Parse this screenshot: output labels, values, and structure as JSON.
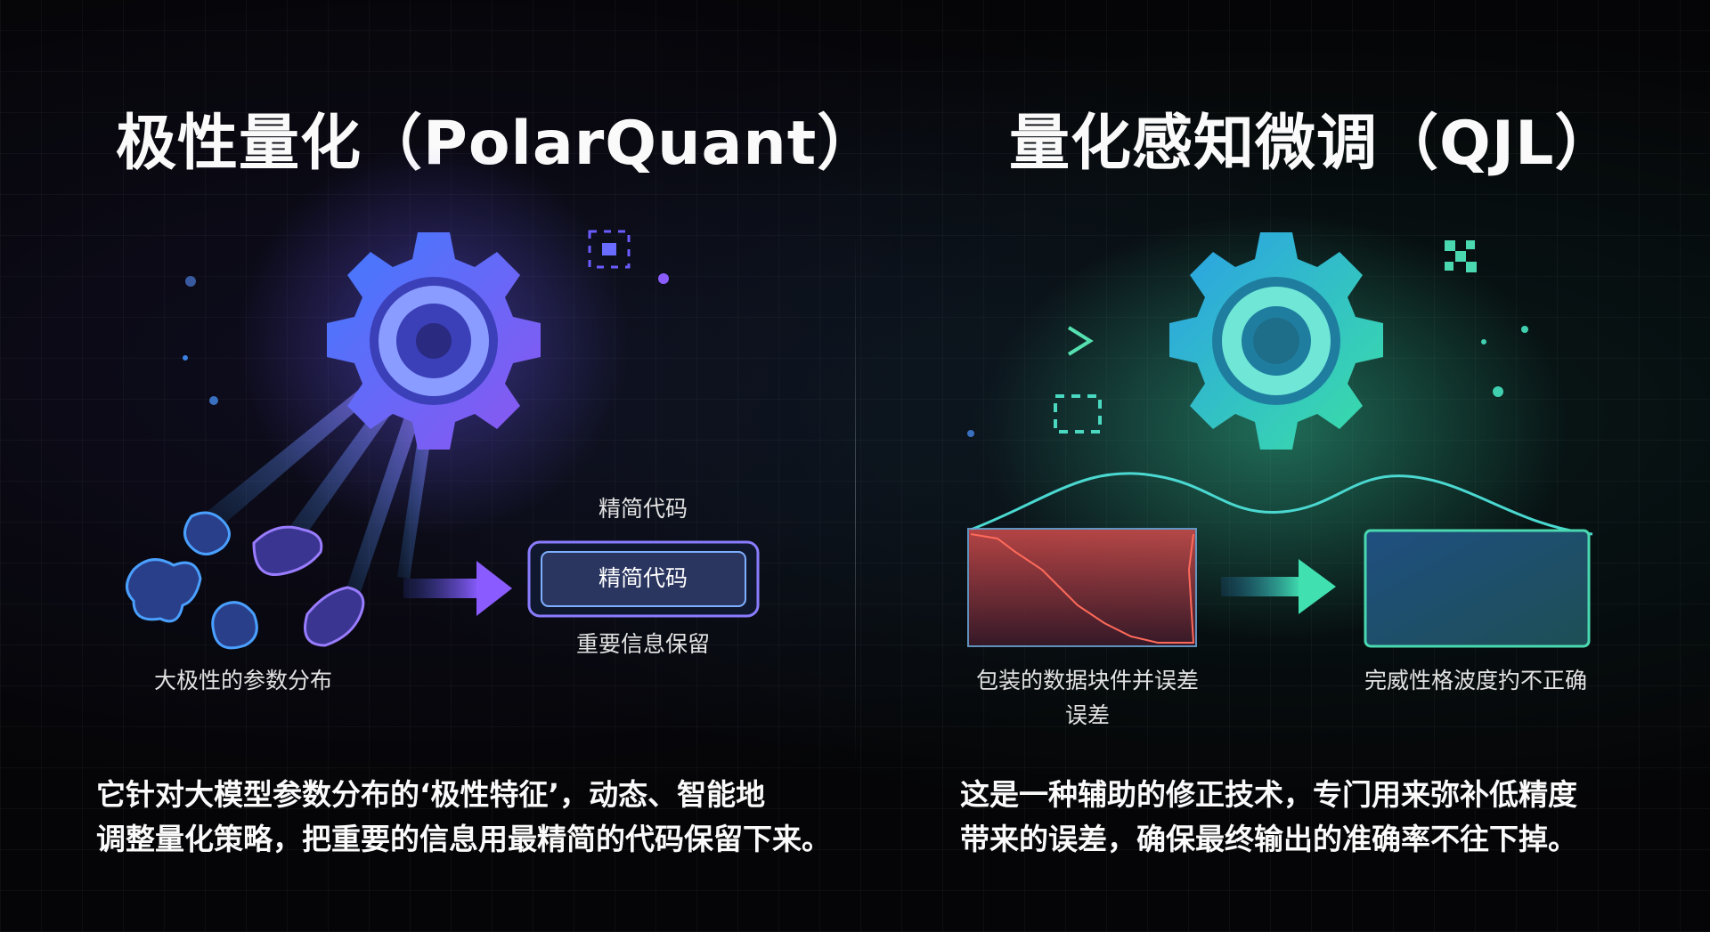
{
  "left": {
    "title": "极性量化（PolarQuant）",
    "blob_caption": "大极性的参数分布",
    "box_top_label": "精简代码",
    "box_label": "精简代码",
    "box_bottom_label": "重要信息保留",
    "description_line1": "它针对大模型参数分布的‘极性特征’，动态、智能地",
    "description_line2": "调整量化策略，把重要的信息用最精简的代码保留下来。"
  },
  "right": {
    "title": "量化感知微调（QJL）",
    "error_caption_line1": "包装的数据块件并误差",
    "error_caption_line2": "误差",
    "fixed_caption": "完威性格波度扚不正确",
    "description_line1": "这是一种辅助的修正技术，专门用来弥补低精度",
    "description_line2": "带来的误差，确保最终输出的准确率不往下掉。"
  },
  "colors": {
    "left_accent": "#7b5cff",
    "left_accent2": "#3fa0ff",
    "right_accent": "#39d7b0",
    "right_accent2": "#2aa9e0",
    "error": "#e0504a"
  }
}
